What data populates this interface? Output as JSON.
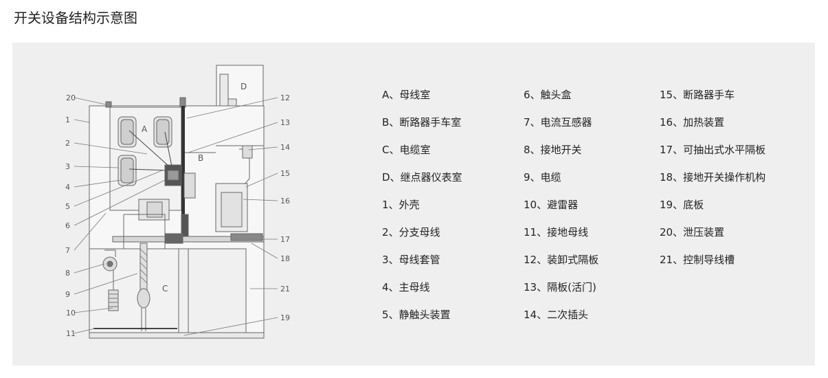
{
  "page": {
    "title": "开关设备结构示意图"
  },
  "diagram": {
    "compartments": [
      "A",
      "B",
      "C",
      "D"
    ],
    "callouts_left": [
      "20",
      "1",
      "2",
      "3",
      "4",
      "5",
      "6",
      "7",
      "8",
      "9",
      "10",
      "11"
    ],
    "callouts_right": [
      "12",
      "13",
      "14",
      "15",
      "16",
      "17",
      "18",
      "21",
      "19"
    ]
  },
  "legend": {
    "col1": [
      "A、母线室",
      "B、断路器手车室",
      "C、电缆室",
      "D、继点器仪表室",
      "1、外壳",
      "2、分支母线",
      "3、母线套管",
      "4、主母线",
      "5、静触头装置"
    ],
    "col2": [
      "6、触头盒",
      "7、电流互感器",
      "8、接地开关",
      "9、电缆",
      "10、避雷器",
      "11、接地母线",
      "12、装卸式隔板",
      "13、隔板(活门)",
      "14、二次插头"
    ],
    "col3": [
      "15、断路器手车",
      "16、加热装置",
      "17、可抽出式水平隔板",
      "18、接地开关操作机构",
      "19、底板",
      "20、泄压装置",
      "21、控制导线槽"
    ]
  },
  "colors": {
    "panel_bg": "#eeefee",
    "line": "#666666",
    "dark": "#333333",
    "fill_light": "#f7f7f7"
  }
}
